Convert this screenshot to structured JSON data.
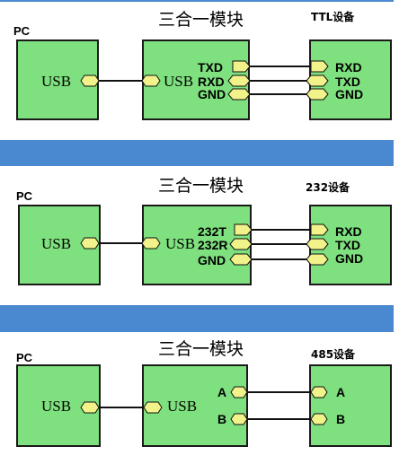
{
  "panels": [
    {
      "pc_label": "PC",
      "module_title": "三合一模块",
      "device_label": "TTL设备",
      "pc_port": "USB",
      "module_usb": "USB",
      "module_signals": [
        "TXD",
        "RXD",
        "GND"
      ],
      "device_signals": [
        "RXD",
        "TXD",
        "GND"
      ]
    },
    {
      "pc_label": "PC",
      "module_title": "三合一模块",
      "device_label": "232设备",
      "pc_port": "USB",
      "module_usb": "USB",
      "module_signals": [
        "232T",
        "232R",
        "GND"
      ],
      "device_signals": [
        "RXD",
        "TXD",
        "GND"
      ]
    },
    {
      "pc_label": "PC",
      "module_title": "三合一模块",
      "device_label": "485设备",
      "pc_port": "USB",
      "module_usb": "USB",
      "module_signals": [
        "A",
        "B"
      ],
      "device_signals": [
        "A",
        "B"
      ]
    }
  ],
  "colors": {
    "box_fill": "#7ee07e",
    "connector_fill": "#f2f28a",
    "divider": "#4a89cf"
  }
}
